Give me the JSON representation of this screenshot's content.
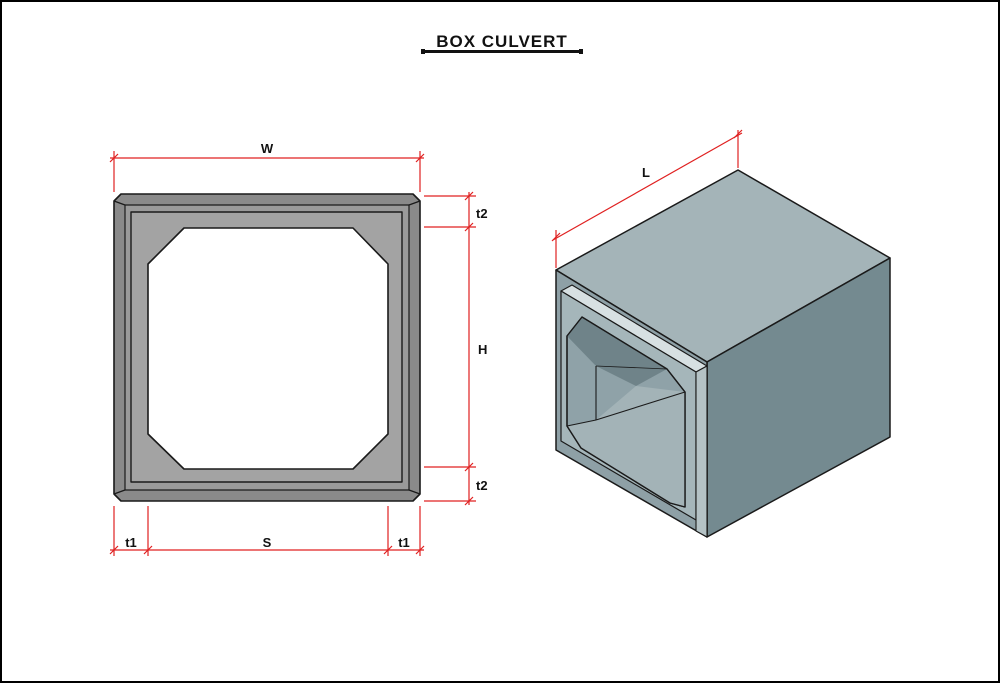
{
  "title": "BOX CULVERT",
  "labels": {
    "W": "W",
    "H": "H",
    "S": "S",
    "L": "L",
    "t1": "t1",
    "t2": "t2"
  },
  "colors": {
    "dimension": "#e02020",
    "outline": "#1a1a1a",
    "section_outer": "#8a8a8a",
    "section_inner": "#a3a3a3",
    "iso_top": "#a4b4b8",
    "iso_right": "#748a90",
    "iso_interior": "#8fa2a8"
  }
}
